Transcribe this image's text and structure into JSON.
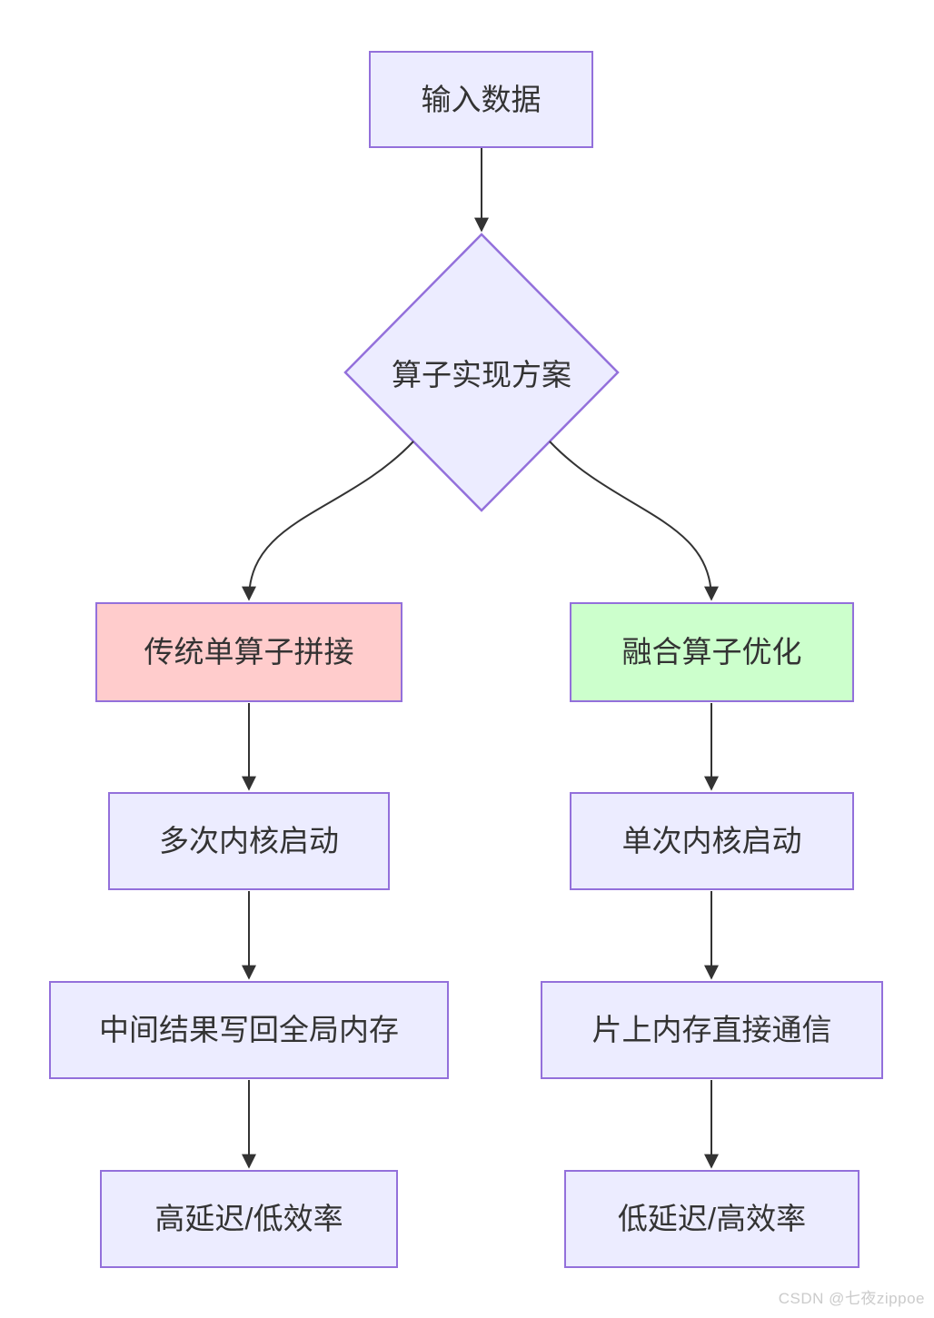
{
  "diagram": {
    "nodes": {
      "input": {
        "label": "输入数据",
        "shape": "rect",
        "fill": "#ECECFF"
      },
      "decision": {
        "label": "算子实现方案",
        "shape": "diamond",
        "fill": "#ECECFF"
      },
      "traditional": {
        "label": "传统单算子拼接",
        "shape": "rect",
        "fill": "#FFCCCC"
      },
      "fused": {
        "label": "融合算子优化",
        "shape": "rect",
        "fill": "#CCFFCC"
      },
      "multi_launch": {
        "label": "多次内核启动",
        "shape": "rect",
        "fill": "#ECECFF"
      },
      "single_launch": {
        "label": "单次内核启动",
        "shape": "rect",
        "fill": "#ECECFF"
      },
      "writeback_global": {
        "label": "中间结果写回全局内存",
        "shape": "rect",
        "fill": "#ECECFF"
      },
      "onchip_comm": {
        "label": "片上内存直接通信",
        "shape": "rect",
        "fill": "#ECECFF"
      },
      "high_latency": {
        "label": "高延迟/低效率",
        "shape": "rect",
        "fill": "#ECECFF"
      },
      "low_latency": {
        "label": "低延迟/高效率",
        "shape": "rect",
        "fill": "#ECECFF"
      }
    },
    "edges": [
      {
        "from": "input",
        "to": "decision"
      },
      {
        "from": "decision",
        "to": "traditional"
      },
      {
        "from": "decision",
        "to": "fused"
      },
      {
        "from": "traditional",
        "to": "multi_launch"
      },
      {
        "from": "fused",
        "to": "single_launch"
      },
      {
        "from": "multi_launch",
        "to": "writeback_global"
      },
      {
        "from": "single_launch",
        "to": "onchip_comm"
      },
      {
        "from": "writeback_global",
        "to": "high_latency"
      },
      {
        "from": "onchip_comm",
        "to": "low_latency"
      }
    ],
    "colors": {
      "node_fill": "#ECECFF",
      "node_border": "#9370DB",
      "negative_fill": "#FFCCCC",
      "positive_fill": "#CCFFCC",
      "edge": "#333333",
      "text": "#333333",
      "background": "#FFFFFF",
      "watermark": "#CBCBCB"
    },
    "watermark": "CSDN @七夜zippoe"
  }
}
